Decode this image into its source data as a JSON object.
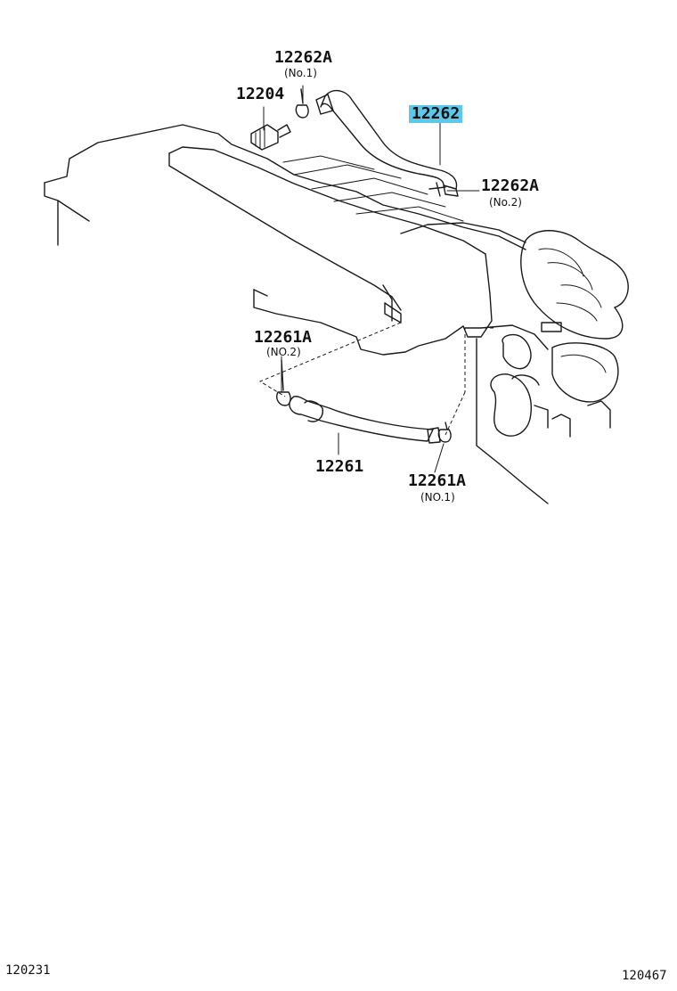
{
  "parts": {
    "p12262A_no1": {
      "number": "12262A",
      "note": "(No.1)"
    },
    "p12204": {
      "number": "12204"
    },
    "p12262": {
      "number": "12262",
      "highlight_color": "#5bc8ec"
    },
    "p12262A_no2": {
      "number": "12262A",
      "note": "(No.2)"
    },
    "p12261A_no2": {
      "number": "12261A",
      "note": "(NO.2)"
    },
    "p12261": {
      "number": "12261"
    },
    "p12261A_no1": {
      "number": "12261A",
      "note": "(NO.1)"
    }
  },
  "footer": {
    "left_code": "120231",
    "right_code": "120467"
  }
}
